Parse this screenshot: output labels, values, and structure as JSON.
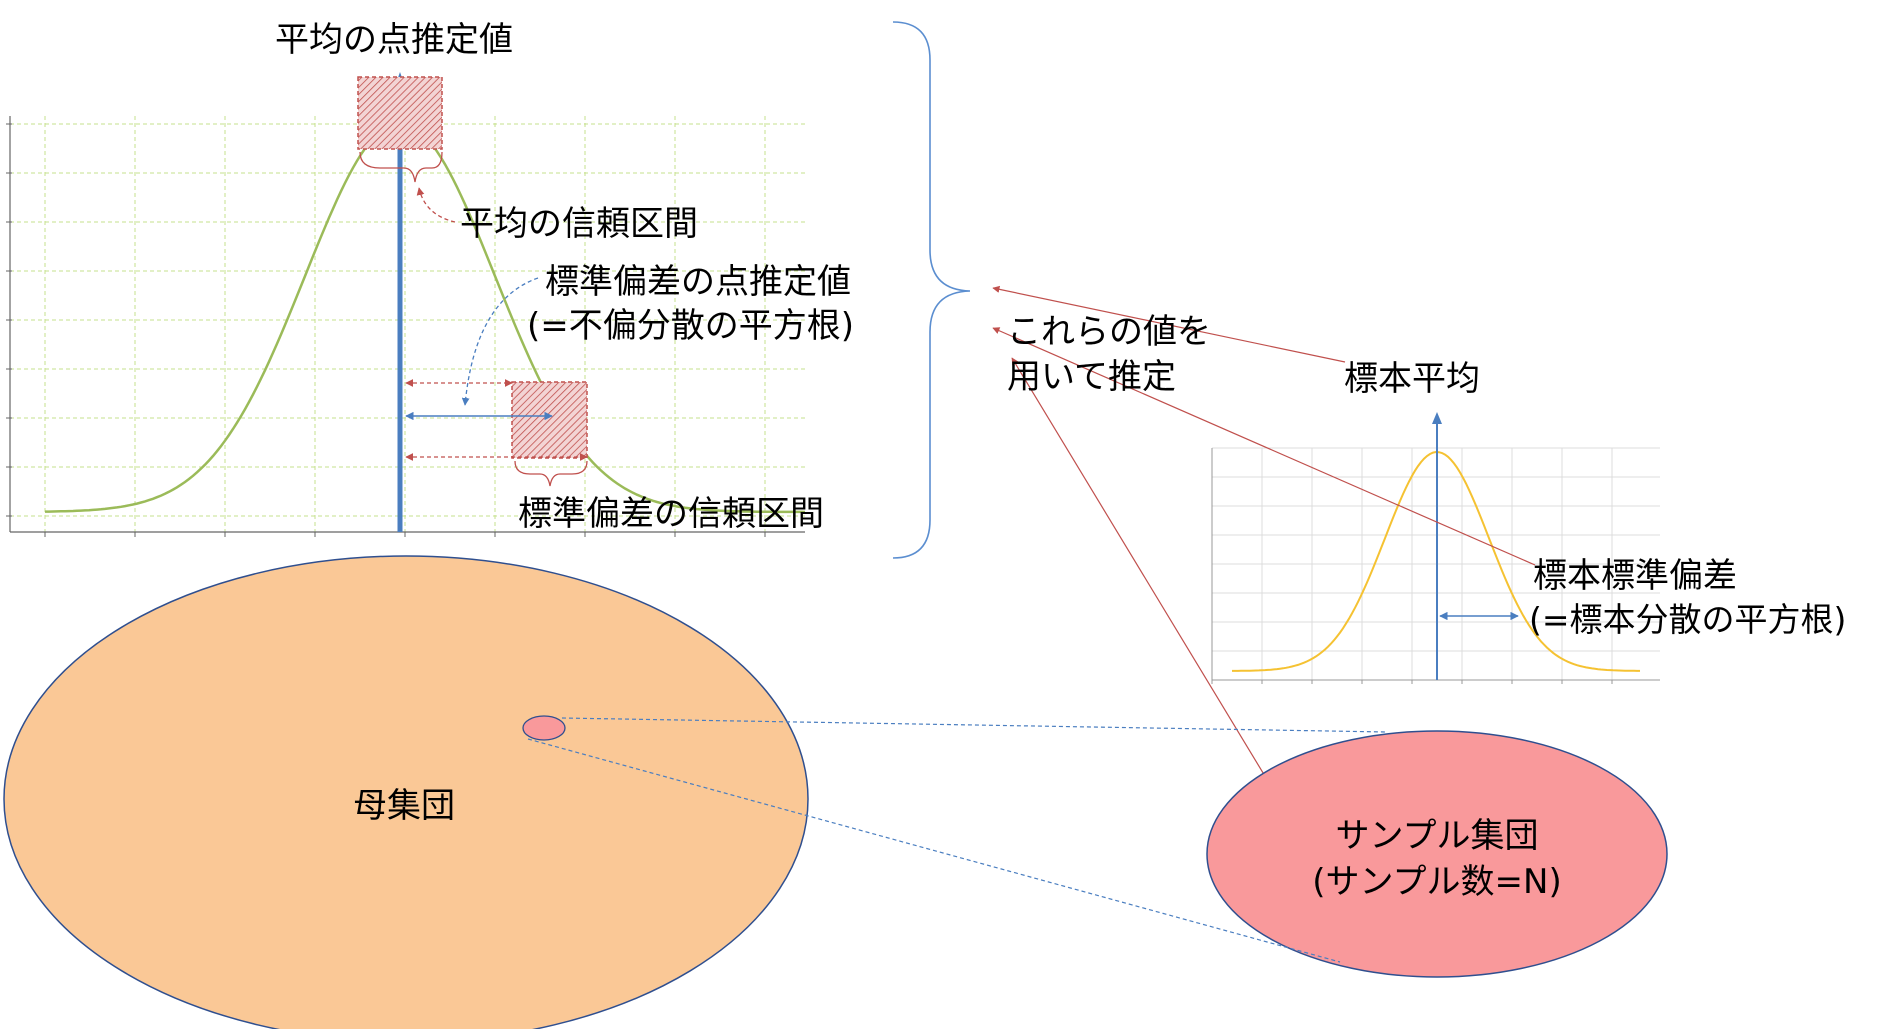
{
  "labels": {
    "mean_point": "平均の点推定値",
    "mean_ci": "平均の信頼区間",
    "sd_point_line1": "標準偏差の点推定値",
    "sd_point_line2": "(=不偏分散の平方根)",
    "sd_ci": "標準偏差の信頼区間",
    "estimate_line1": "これらの値を",
    "estimate_line2": "用いて推定",
    "sample_mean": "標本平均",
    "sample_sd_line1": "標本標準偏差",
    "sample_sd_line2": "(=標本分散の平方根)",
    "population": "母集団",
    "sample_line1": "サンプル集団",
    "sample_line2": "(サンプル数=N)"
  },
  "colors": {
    "population_fill": "#fac896",
    "sample_fill": "#f9999b",
    "ellipse_stroke": "#2f4f8f",
    "population_curve": "#9bbb59",
    "sample_curve": "#f5c232",
    "grid": "#c6e08c",
    "sample_grid": "#dcdcdc",
    "axis_blue": "#4a7ec0",
    "marker_red": "#c0504d",
    "brace_blue": "#5b8ed0"
  }
}
